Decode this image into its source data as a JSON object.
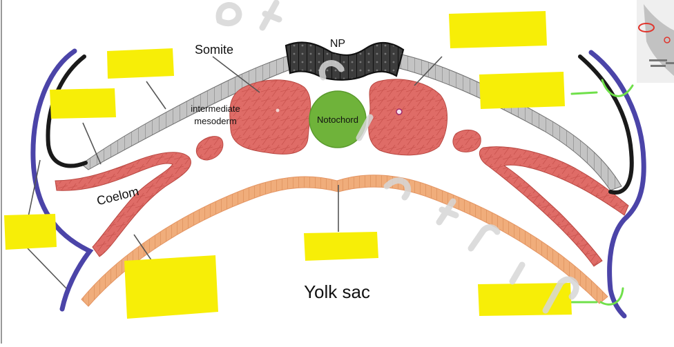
{
  "diagram": {
    "labels": {
      "np": "NP",
      "somite": "Somite",
      "intermediate_mesoderm_line1": "intermediate",
      "intermediate_mesoderm_line2": "mesoderm",
      "notochord": "Notochord",
      "coelom": "Coelom",
      "yolk_sac": "Yolk sac"
    },
    "watermark": "not for distribution",
    "colors": {
      "neural_plate": "#3a3a3a",
      "ectoderm": "#b9b9b9",
      "mesoderm": "#df6b66",
      "notochord": "#6fb33a",
      "endoderm": "#efa872",
      "amnion_blue": "#4b44a8",
      "amnion_black": "#1a1a1a",
      "highlight_box": "#f7ee07",
      "annotation_green": "#6fe04a"
    }
  }
}
